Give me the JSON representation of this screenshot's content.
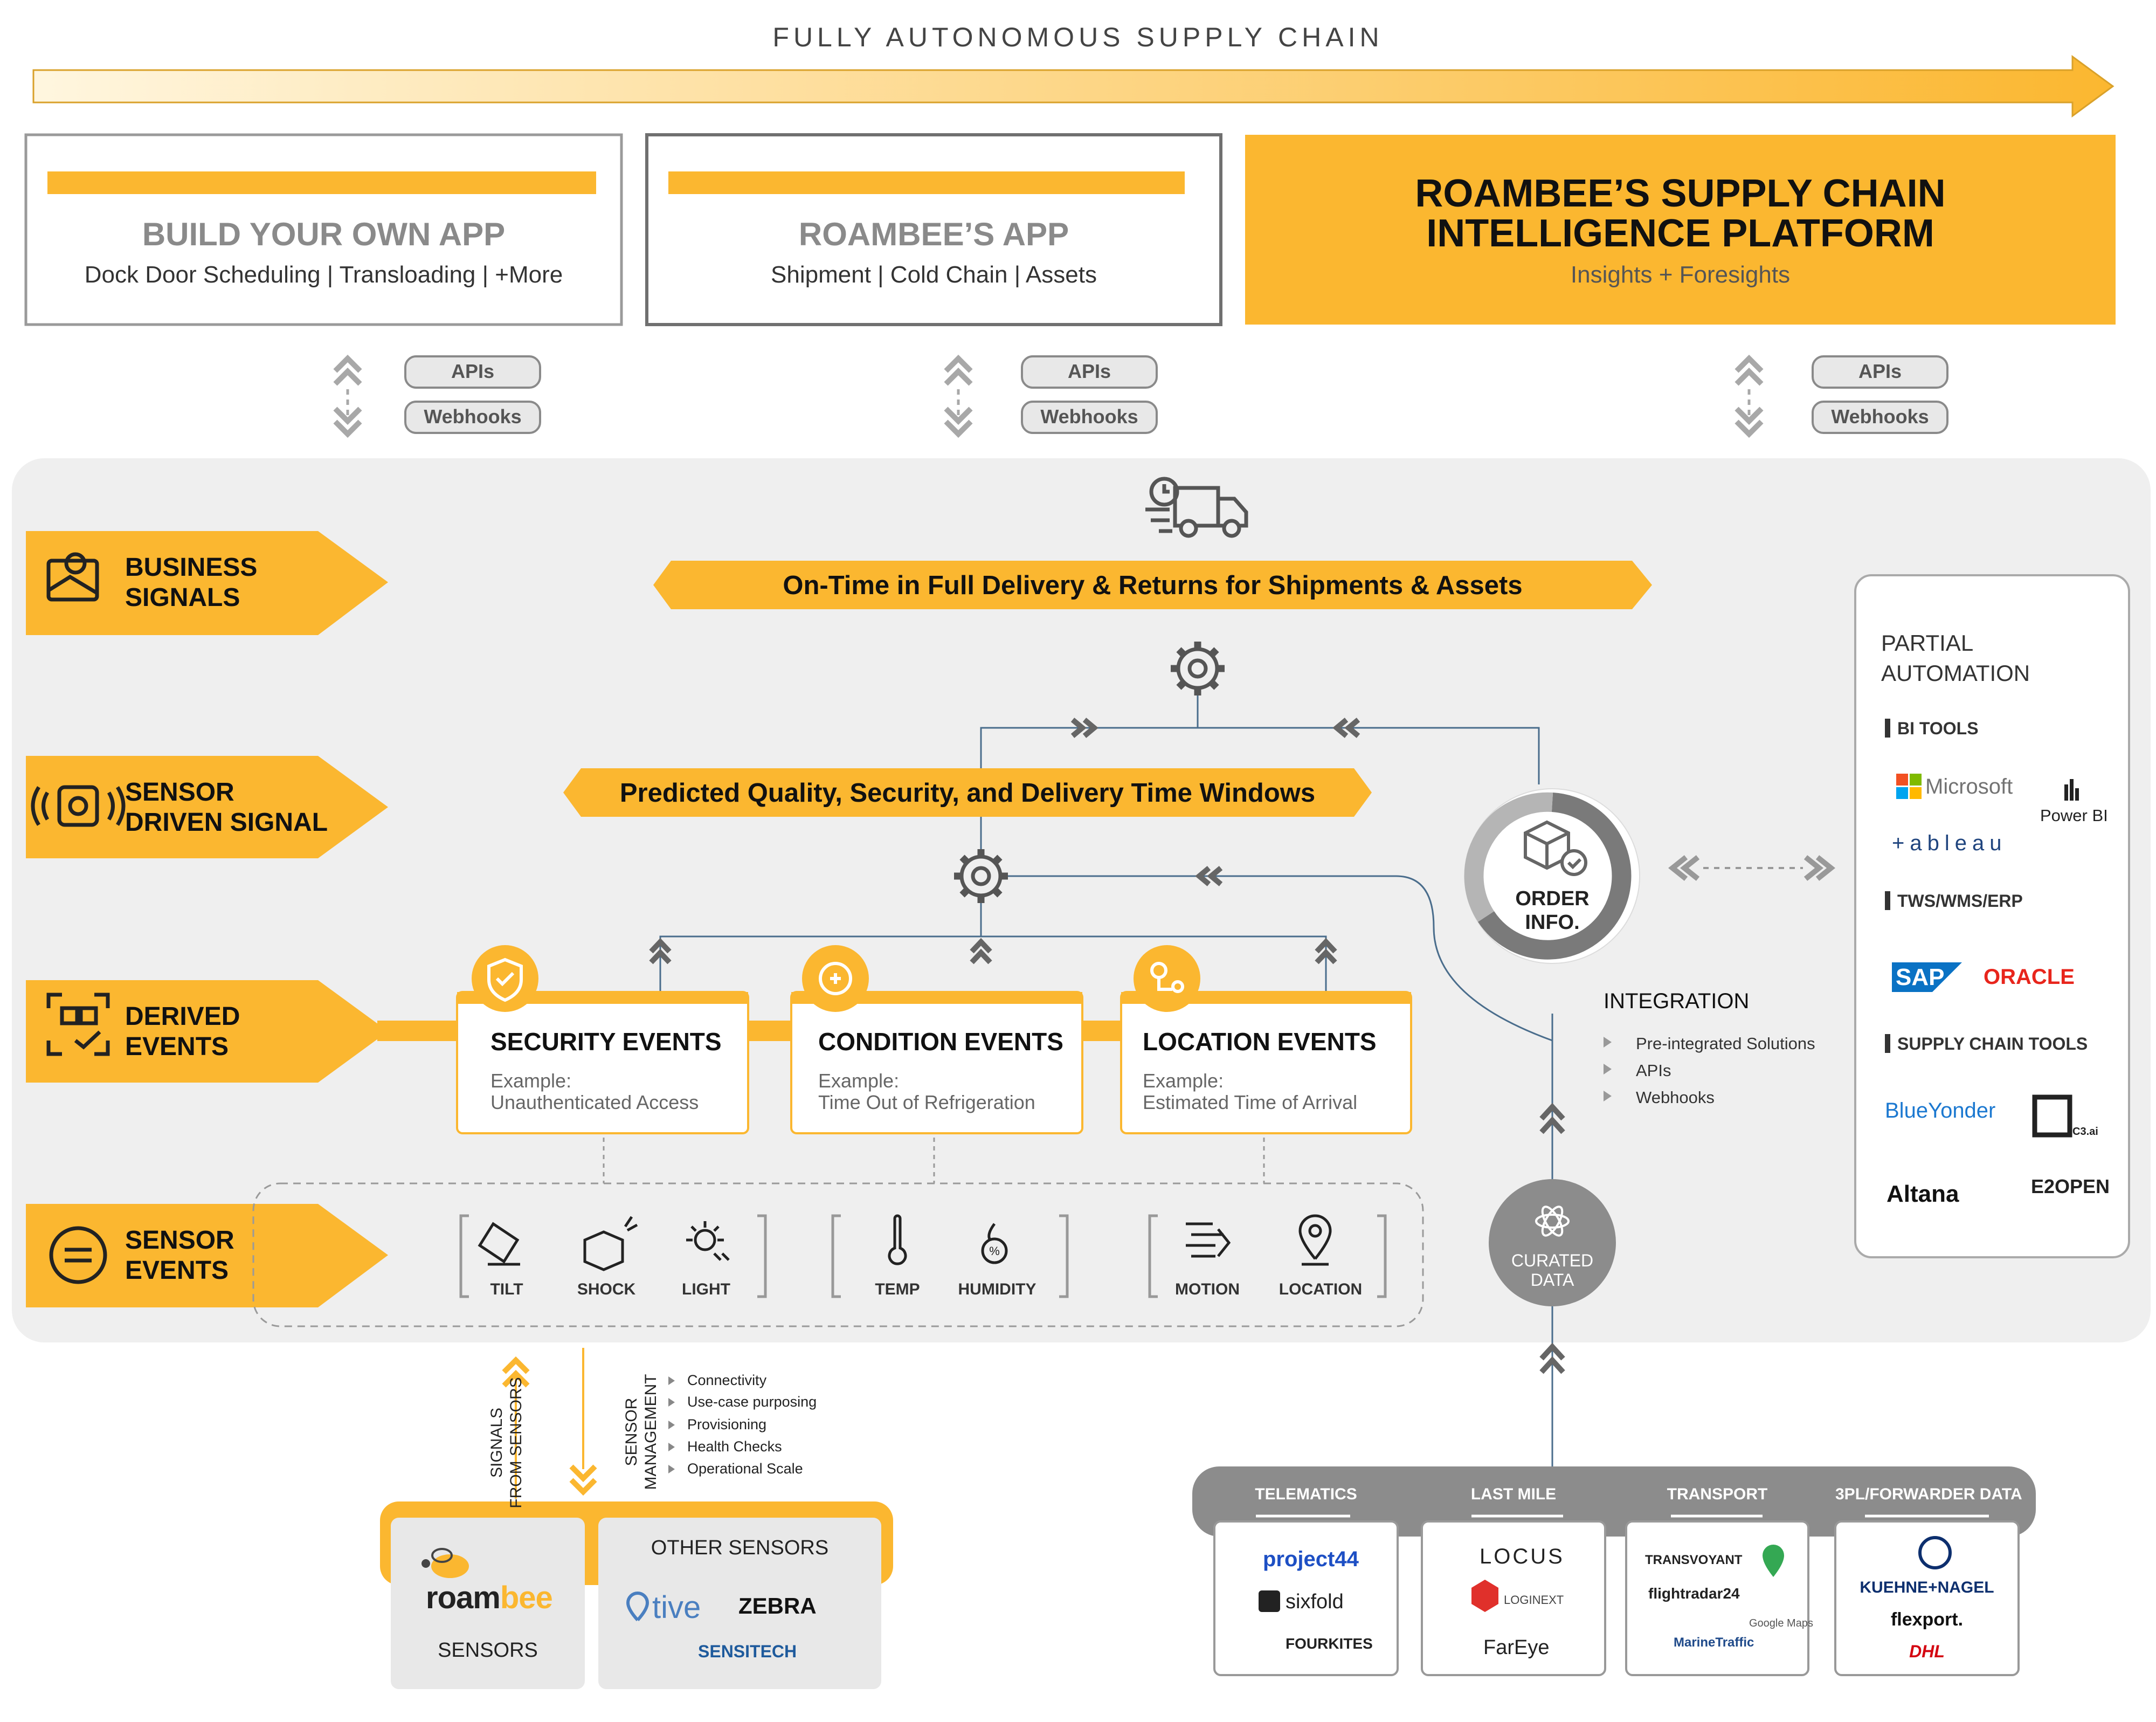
{
  "top_banner": {
    "title": "FULLY AUTONOMOUS SUPPLY CHAIN"
  },
  "apps": [
    {
      "title": "BUILD YOUR OWN APP",
      "subtitle": "Dock Door Scheduling | Transloading | +More"
    },
    {
      "title": "ROAMBEE’S APP",
      "subtitle": "Shipment | Cold Chain | Assets"
    },
    {
      "title_lines": [
        "ROAMBEE’S SUPPLY CHAIN",
        "INTELLIGENCE PLATFORM"
      ],
      "subtitle": "Insights + Foresights"
    }
  ],
  "connectors": {
    "apis": "APIs",
    "webhooks": "Webhooks"
  },
  "layers": [
    {
      "lines": [
        "BUSINESS",
        "SIGNALS"
      ],
      "icon": "business-map-icon"
    },
    {
      "lines": [
        "SENSOR",
        "DRIVEN SIGNAL"
      ],
      "icon": "sensor-signal-icon"
    },
    {
      "lines": [
        "DERIVED",
        "EVENTS"
      ],
      "icon": "scan-check-icon"
    },
    {
      "lines": [
        "SENSOR",
        "EVENTS"
      ],
      "icon": "cycle-arrows-icon"
    }
  ],
  "business_banner": "On-Time in Full Delivery & Returns for Shipments & Assets",
  "predicted_banner": "Predicted Quality, Security, and Delivery Time Windows",
  "order_info": [
    "ORDER",
    "INFO."
  ],
  "derived_events": [
    {
      "title": "SECURITY EVENTS",
      "example_label": "Example:",
      "example": "Unauthenticated Access",
      "icon": "shield-check-icon"
    },
    {
      "title": "CONDITION EVENTS",
      "example_label": "Example:",
      "example": "Time Out of Refrigeration",
      "icon": "condition-cycle-icon"
    },
    {
      "title": "LOCATION EVENTS",
      "example_label": "Example:",
      "example": "Estimated Time of Arrival",
      "icon": "location-route-icon"
    }
  ],
  "sensor_events": [
    "TILT",
    "SHOCK",
    "LIGHT",
    "TEMP",
    "HUMIDITY",
    "MOTION",
    "LOCATION"
  ],
  "integration": {
    "title": "INTEGRATION",
    "items": [
      "Pre-integrated Solutions",
      "APIs",
      "Webhooks"
    ]
  },
  "partial_automation": {
    "title_lines": [
      "PARTIAL",
      "AUTOMATION"
    ],
    "sections": [
      {
        "title": "BI TOOLS",
        "logos": [
          "Microsoft",
          "Power BI",
          "+ableau"
        ]
      },
      {
        "title": "TWS/WMS/ERP",
        "logos": [
          "SAP",
          "ORACLE"
        ]
      },
      {
        "title": "SUPPLY CHAIN TOOLS",
        "logos": [
          "BlueYonder",
          "C3.ai",
          "Altana",
          "E2OPEN"
        ]
      }
    ]
  },
  "curated_data": [
    "CURATED",
    "DATA"
  ],
  "signals_from_sensors": [
    "SIGNALS",
    "FROM SENSORS"
  ],
  "sensor_management": [
    "SENSOR",
    "MANAGEMENT"
  ],
  "management_items": [
    "Connectivity",
    "Use-case purposing",
    "Provisioning",
    "Health Checks",
    "Operational Scale"
  ],
  "sensors": {
    "roambee_logo": [
      "roam",
      "bee"
    ],
    "roambee_label": "SENSORS",
    "other_title": "OTHER SENSORS",
    "other_logos": [
      "tive",
      "ZEBRA",
      "SENSITECH"
    ]
  },
  "data_sources": [
    {
      "title": "TELEMATICS",
      "logos": [
        "project44",
        "sixfold",
        "FOURKITES"
      ]
    },
    {
      "title": "LAST MILE",
      "logos": [
        "LOCUS",
        "LOGINEXT",
        "FarEye"
      ]
    },
    {
      "title": "TRANSPORT",
      "logos": [
        "TRANSVOYANT",
        "flightradar24",
        "Google Maps",
        "MarineTraffic"
      ]
    },
    {
      "title": "3PL/FORWARDER DATA",
      "logos": [
        "KUEHNE+NAGEL",
        "flexport.",
        "DHL"
      ]
    }
  ],
  "colors": {
    "accent": "#fbb730",
    "gray_bg": "#efefef",
    "dark_gray": "#8c8c8c",
    "text": "#222222"
  }
}
